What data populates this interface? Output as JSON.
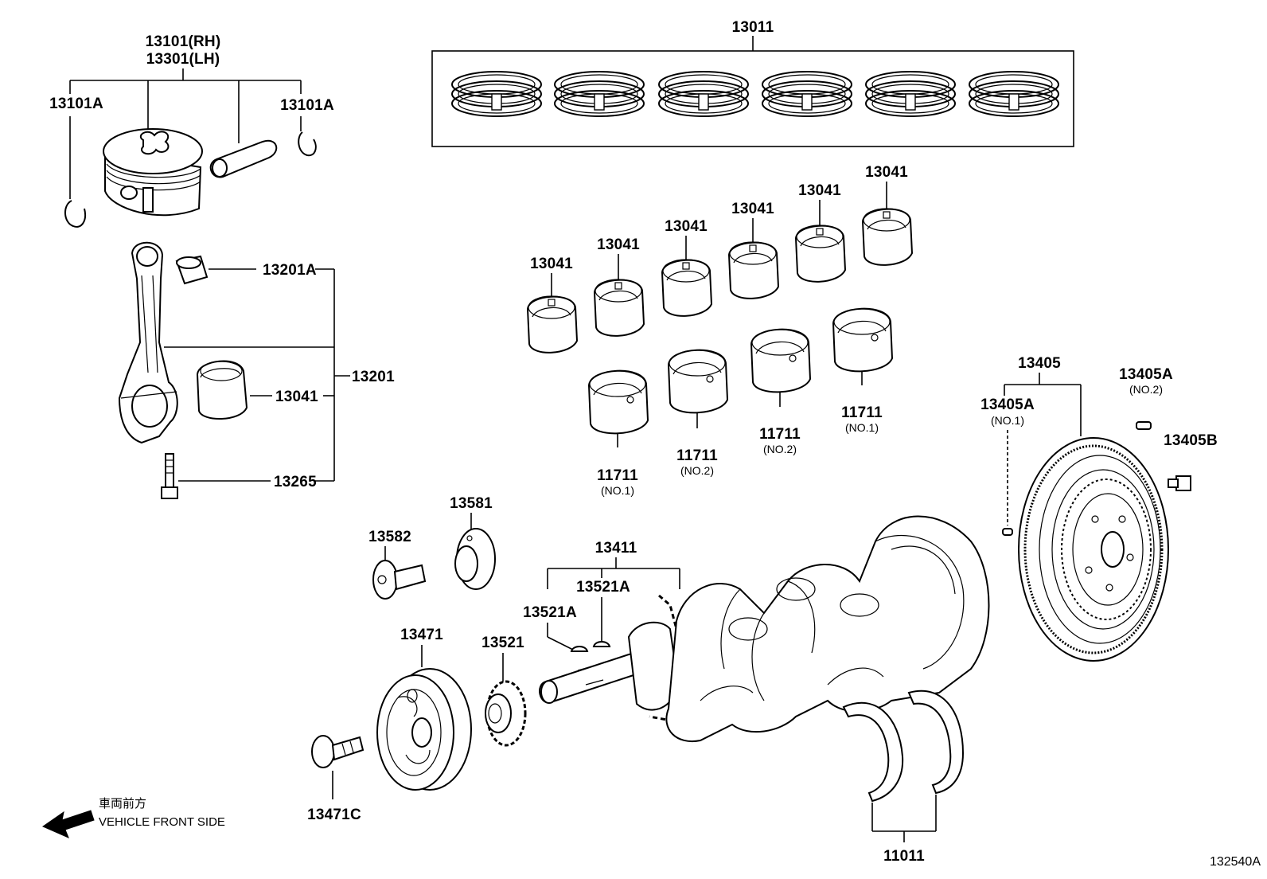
{
  "labels": {
    "l13011": "13011",
    "l13101_rh": "13101(RH)",
    "l13301_lh": "13301(LH)",
    "l13101a_left": "13101A",
    "l13101a_right": "13101A",
    "l13201a": "13201A",
    "l13201": "13201",
    "l13041_rod": "13041",
    "l13265": "13265",
    "l13041_b1": "13041",
    "l13041_b2": "13041",
    "l13041_b3": "13041",
    "l13041_b4": "13041",
    "l13041_b5": "13041",
    "l13041_b6": "13041",
    "l11711_a": "11711",
    "l11711_a_sub": "(NO.1)",
    "l11711_b": "11711",
    "l11711_b_sub": "(NO.2)",
    "l11711_c": "11711",
    "l11711_c_sub": "(NO.2)",
    "l11711_d": "11711",
    "l11711_d_sub": "(NO.1)",
    "l13405": "13405",
    "l13405a_no1": "13405A",
    "l13405a_no1_sub": "(NO.1)",
    "l13405a_no2": "13405A",
    "l13405a_no2_sub": "(NO.2)",
    "l13405b": "13405B",
    "l13582": "13582",
    "l13581": "13581",
    "l13411": "13411",
    "l13521a_1": "13521A",
    "l13521a_2": "13521A",
    "l13471": "13471",
    "l13521": "13521",
    "l13471c": "13471C",
    "l11011": "11011",
    "front_jp": "車両前方",
    "front_en": "VEHICLE FRONT SIDE",
    "diagram_id": "132540A"
  },
  "icons": {
    "front_arrow": "left-arrow-icon"
  }
}
